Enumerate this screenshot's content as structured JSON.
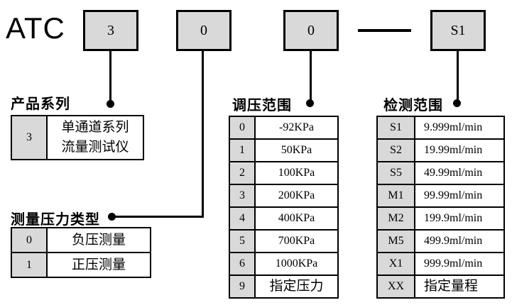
{
  "header": {
    "brand": "ATC",
    "boxes": [
      {
        "text": "3"
      },
      {
        "text": "0"
      },
      {
        "text": "0"
      },
      {
        "text": "S1"
      }
    ],
    "separator": "—"
  },
  "colors": {
    "box_fill": "#d9d9d9",
    "code_cell_fill": "#d9d9d9",
    "line": "#000000",
    "background": "#ffffff"
  },
  "sections": {
    "product_series": {
      "label": "产品系列",
      "rows": [
        {
          "code": "3",
          "value": "单通道系列\n流量测试仪"
        }
      ]
    },
    "pressure_type": {
      "label": "测量压力类型",
      "rows": [
        {
          "code": "0",
          "value": "负压测量"
        },
        {
          "code": "1",
          "value": "正压测量"
        }
      ]
    },
    "regulation_range": {
      "label": "调压范围",
      "rows": [
        {
          "code": "0",
          "value": "-92KPa"
        },
        {
          "code": "1",
          "value": "50KPa"
        },
        {
          "code": "2",
          "value": "100KPa"
        },
        {
          "code": "3",
          "value": "200KPa"
        },
        {
          "code": "4",
          "value": "400KPa"
        },
        {
          "code": "5",
          "value": "700KPa"
        },
        {
          "code": "6",
          "value": "1000KPa"
        },
        {
          "code": "9",
          "value": "指定压力"
        }
      ]
    },
    "detection_range": {
      "label": "检测范围",
      "rows": [
        {
          "code": "S1",
          "value": "9.999ml/min"
        },
        {
          "code": "S2",
          "value": "19.99ml/min"
        },
        {
          "code": "S5",
          "value": "49.99ml/min"
        },
        {
          "code": "M1",
          "value": "99.99ml/min"
        },
        {
          "code": "M2",
          "value": "199.9ml/min"
        },
        {
          "code": "M5",
          "value": "499.9ml/min"
        },
        {
          "code": "X1",
          "value": "999.9ml/min"
        },
        {
          "code": "XX",
          "value": "指定量程"
        }
      ]
    }
  }
}
